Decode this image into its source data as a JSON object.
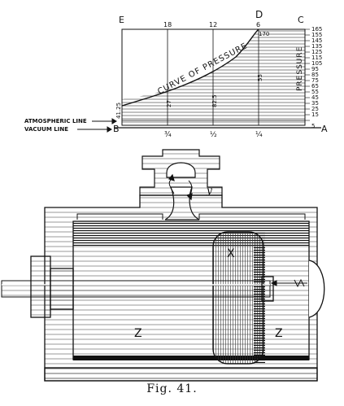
{
  "caption": "Fig. 41.",
  "diagram": {
    "corner_labels": {
      "E": "E",
      "D": "D",
      "C": "C",
      "B": "B",
      "A": "A"
    },
    "top_marks": [
      "18",
      "12",
      "6"
    ],
    "bottom_marks": [
      "¾",
      "½",
      "¼"
    ],
    "pressure_scale": [
      "165",
      "155",
      "145",
      "135",
      "125",
      "115",
      "105",
      "95",
      "85",
      "75",
      "65",
      "55",
      "45",
      "35",
      "25",
      "15",
      "5"
    ],
    "curve_label": "CURVE OF PRESSURE",
    "pressure_label": "PRESSURE",
    "left_values": "41.25",
    "atmospheric_line": "ATMOSPHERIC LINE",
    "vacuum_line": "VACUUM LINE",
    "ordinates": [
      "27",
      "82.5",
      "55"
    ],
    "top_value": "170",
    "parts": {
      "valve_port": "y",
      "piston": "X",
      "cyl_left": "Z",
      "cyl_right": "Z"
    }
  }
}
